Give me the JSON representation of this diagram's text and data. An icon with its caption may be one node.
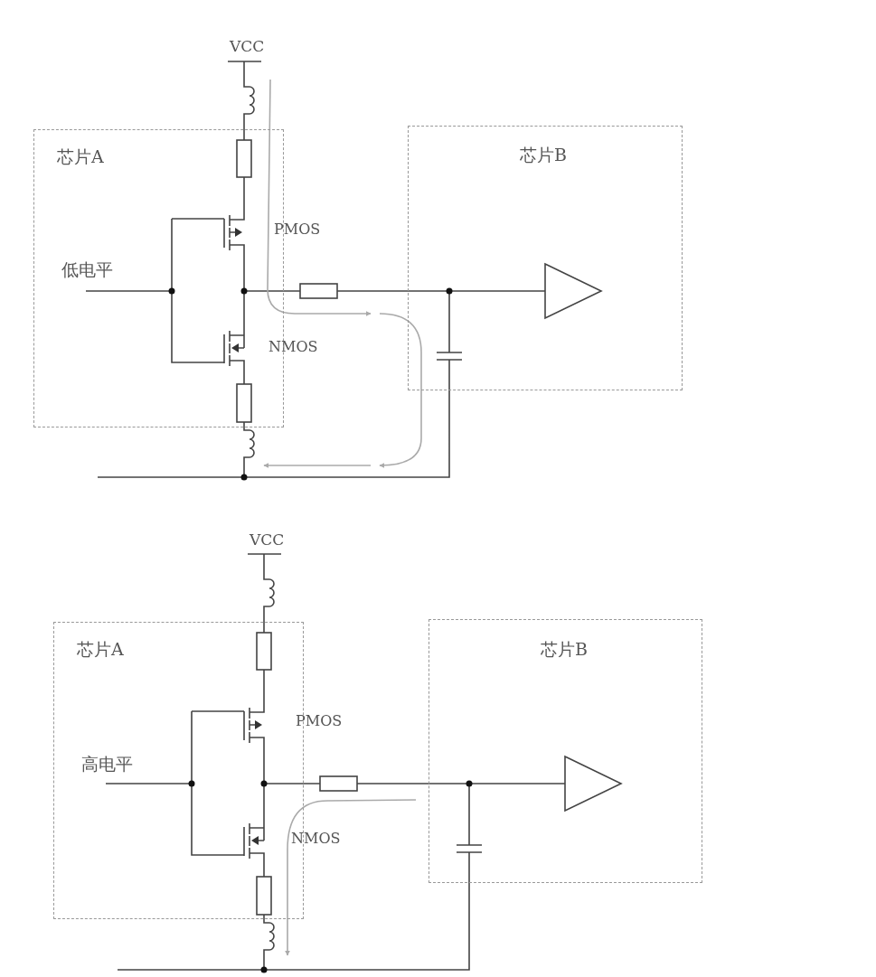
{
  "diagram": {
    "nodes": [
      {
        "text": [
          "芯片A"
        ]
      },
      {
        "text": [
          "芯片B"
        ]
      },
      {
        "text": [
          "芯片A"
        ]
      },
      {
        "text": [
          "芯片B"
        ]
      }
    ],
    "labels": [
      "VCC",
      "PMOS",
      "低电平",
      "NMOS",
      "VCC",
      "PMOS",
      "高电平",
      "NMOS"
    ]
  }
}
